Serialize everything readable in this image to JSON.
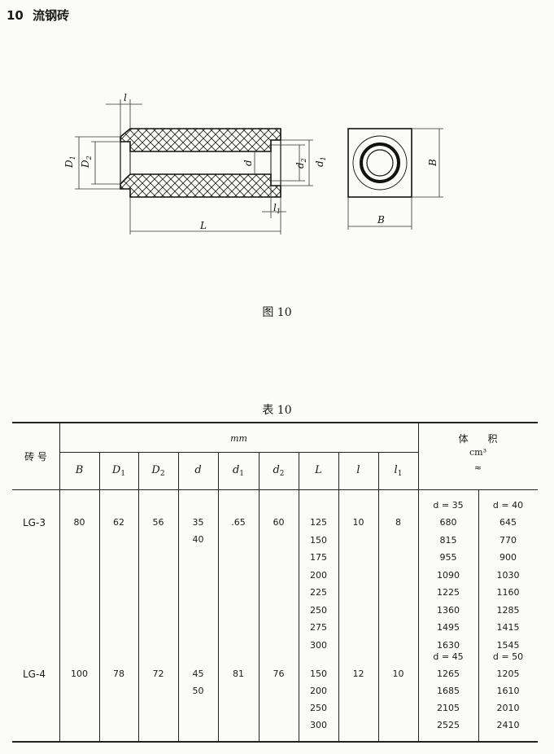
{
  "header": {
    "number": "10",
    "title": "流钢砖"
  },
  "figure": {
    "caption": "图 10",
    "labels": {
      "l": "l",
      "l1": "l",
      "l1_sub": "1",
      "D1": "D",
      "D1_sub": "1",
      "D2": "D",
      "D2_sub": "2",
      "d": "d",
      "d1": "d",
      "d1_sub": "1",
      "d2": "d",
      "d2_sub": "2",
      "L": "L",
      "B": "B"
    }
  },
  "table": {
    "caption": "表 10",
    "header": {
      "model": "砖 号",
      "unit_mm": "mm",
      "volume": "体　　积",
      "volume_unit": "cm³",
      "approx": "≈",
      "columns": [
        {
          "sym": "B",
          "sub": ""
        },
        {
          "sym": "D",
          "sub": "1"
        },
        {
          "sym": "D",
          "sub": "2"
        },
        {
          "sym": "d",
          "sub": ""
        },
        {
          "sym": "d",
          "sub": "1"
        },
        {
          "sym": "d",
          "sub": "2"
        },
        {
          "sym": "L",
          "sub": ""
        },
        {
          "sym": "l",
          "sub": ""
        },
        {
          "sym": "l",
          "sub": "1"
        }
      ]
    },
    "groups": [
      {
        "model": "LG-3",
        "B": "80",
        "D1": "62",
        "D2": "56",
        "d": [
          "35",
          "40"
        ],
        "d1": ".65",
        "d2": "60",
        "l": "10",
        "l1": "8",
        "vol_heads": [
          "d = 35",
          "d = 40"
        ],
        "rows": [
          {
            "L": "125",
            "v1": "680",
            "v2": "645"
          },
          {
            "L": "150",
            "v1": "815",
            "v2": "770"
          },
          {
            "L": "175",
            "v1": "955",
            "v2": "900"
          },
          {
            "L": "200",
            "v1": "1090",
            "v2": "1030"
          },
          {
            "L": "225",
            "v1": "1225",
            "v2": "1160"
          },
          {
            "L": "250",
            "v1": "1360",
            "v2": "1285"
          },
          {
            "L": "275",
            "v1": "1495",
            "v2": "1415"
          },
          {
            "L": "300",
            "v1": "1630",
            "v2": "1545"
          }
        ]
      },
      {
        "model": "LG-4",
        "B": "100",
        "D1": "78",
        "D2": "72",
        "d": [
          "45",
          "50"
        ],
        "d1": "81",
        "d2": "76",
        "l": "12",
        "l1": "10",
        "vol_heads": [
          "d = 45",
          "d = 50"
        ],
        "rows": [
          {
            "L": "150",
            "v1": "1265",
            "v2": "1205"
          },
          {
            "L": "200",
            "v1": "1685",
            "v2": "1610"
          },
          {
            "L": "250",
            "v1": "2105",
            "v2": "2010"
          },
          {
            "L": "300",
            "v1": "2525",
            "v2": "2410"
          }
        ]
      }
    ]
  }
}
